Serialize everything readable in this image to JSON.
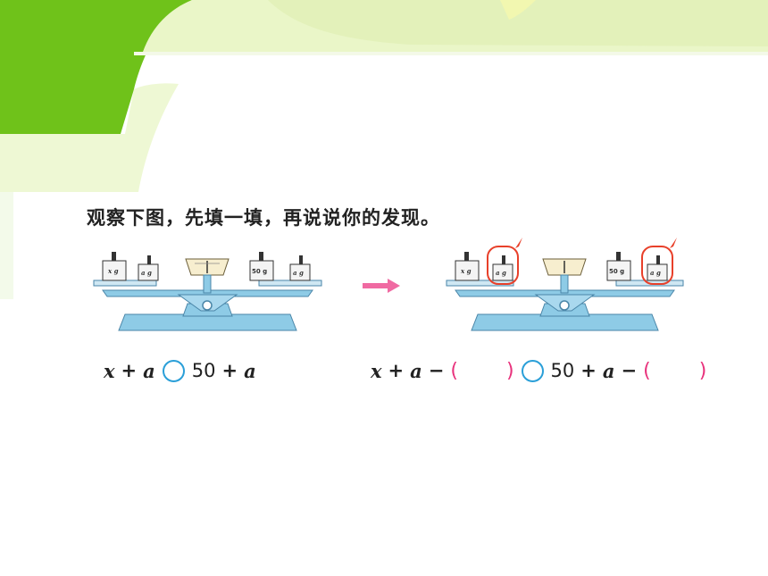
{
  "instruction": "观察下图，先填一填，再说说你的发现。",
  "colors": {
    "green_primary": "#6fc21a",
    "green_light": "#eaf6c8",
    "scale_blue": "#8ecbe6",
    "arrow_pink": "#f06aa2",
    "paren_pink": "#e8327c",
    "circle_blue": "#2a9fd8",
    "highlight_red": "#e8402a"
  },
  "scales": {
    "left": {
      "weights": [
        "x g",
        "a g",
        "50 g",
        "a g"
      ]
    },
    "right": {
      "weights": [
        "x g",
        "a g",
        "50 g",
        "a g"
      ]
    }
  },
  "equation_left": {
    "term1": "x",
    "op1": "+",
    "term2": "a",
    "num": "50",
    "op2": "+",
    "term3": "a"
  },
  "equation_right": {
    "term1": "x",
    "op1": "+",
    "term2": "a",
    "op_minus1": "−",
    "paren_open1": "(",
    "paren_close1": ")",
    "num": "50",
    "op2": "+",
    "term3": "a",
    "op_minus2": "−",
    "paren_open2": "(",
    "paren_close2": ")"
  }
}
